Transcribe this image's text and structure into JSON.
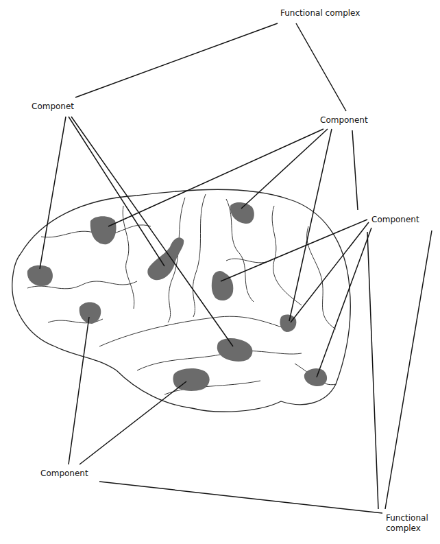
{
  "diagram": {
    "labels": [
      "Functional complex",
      "Componet",
      "Component",
      "Component",
      "Component",
      "Functional complex"
    ]
  }
}
